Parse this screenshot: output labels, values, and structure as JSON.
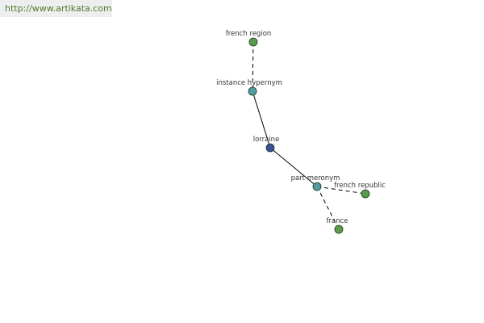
{
  "watermark": {
    "url": "http://www.artikata.com"
  },
  "colors": {
    "leaf": "#5c9a4e",
    "relation": "#4f9da0",
    "center": "#3a4f9a",
    "edge": "#000000"
  },
  "nodes": [
    {
      "id": "french-region",
      "label": "french region",
      "kind": "leaf"
    },
    {
      "id": "instance-hypernym",
      "label": "instance hypernym",
      "kind": "relation"
    },
    {
      "id": "lorraine",
      "label": "lorraine",
      "kind": "center"
    },
    {
      "id": "part-meronym",
      "label": "part meronym",
      "kind": "relation"
    },
    {
      "id": "french-republic",
      "label": "french republic",
      "kind": "leaf"
    },
    {
      "id": "france",
      "label": "france",
      "kind": "leaf"
    }
  ],
  "edges": [
    {
      "from": "french-region",
      "to": "instance-hypernym",
      "style": "dashed"
    },
    {
      "from": "instance-hypernym",
      "to": "lorraine",
      "style": "solid"
    },
    {
      "from": "lorraine",
      "to": "part-meronym",
      "style": "solid"
    },
    {
      "from": "part-meronym",
      "to": "french-republic",
      "style": "dashed"
    },
    {
      "from": "part-meronym",
      "to": "france",
      "style": "dashed"
    }
  ]
}
